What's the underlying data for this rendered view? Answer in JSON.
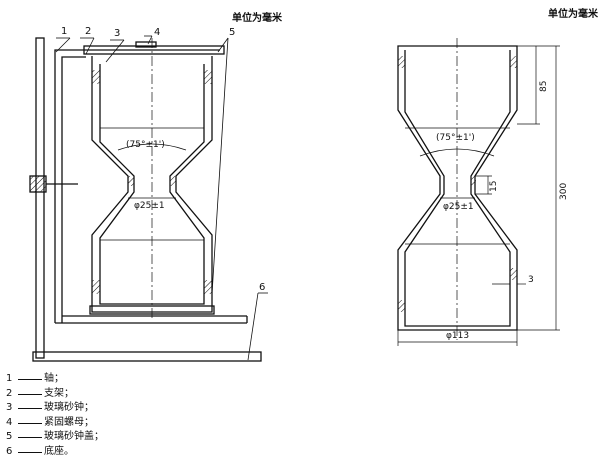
{
  "unit_label": "单位为毫米",
  "left_drawing": {
    "callouts": [
      "1",
      "2",
      "3",
      "4",
      "5",
      "6"
    ],
    "angle_label": "(75°±1')",
    "throat_label": "φ25±1"
  },
  "right_drawing": {
    "angle_label": "(75°±1')",
    "throat_label": "φ25±1",
    "dim_top_height": "85",
    "dim_total_height": "300",
    "dim_neck_height": "15",
    "dim_wall": "3",
    "dim_diameter": "φ113"
  },
  "legend": [
    {
      "num": "1",
      "text": "轴；"
    },
    {
      "num": "2",
      "text": "支架；"
    },
    {
      "num": "3",
      "text": "玻璃砂钟；"
    },
    {
      "num": "4",
      "text": "紧固螺母；"
    },
    {
      "num": "5",
      "text": "玻璃砂钟盖；"
    },
    {
      "num": "6",
      "text": "底座。"
    }
  ]
}
